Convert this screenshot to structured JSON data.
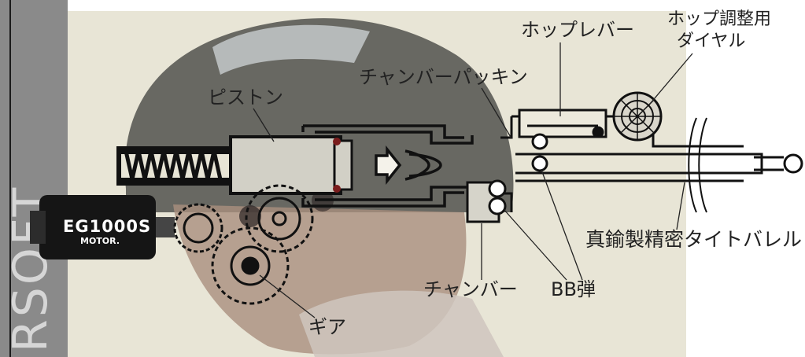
{
  "brand_text": "RSOFT",
  "labels": {
    "hop_dial_line1": "ホップ調整用",
    "hop_dial_line2": "ダイヤル",
    "hop_lever": "ホップレバー",
    "chamber_packing": "チャンバーパッキン",
    "piston": "ピストン",
    "barrel": "真鍮製精密タイトバレル",
    "chamber": "チャンバー",
    "bb": "BB弾",
    "gear": "ギア"
  },
  "motor": {
    "model": "EG1000S",
    "sub": "MOTOR."
  }
}
